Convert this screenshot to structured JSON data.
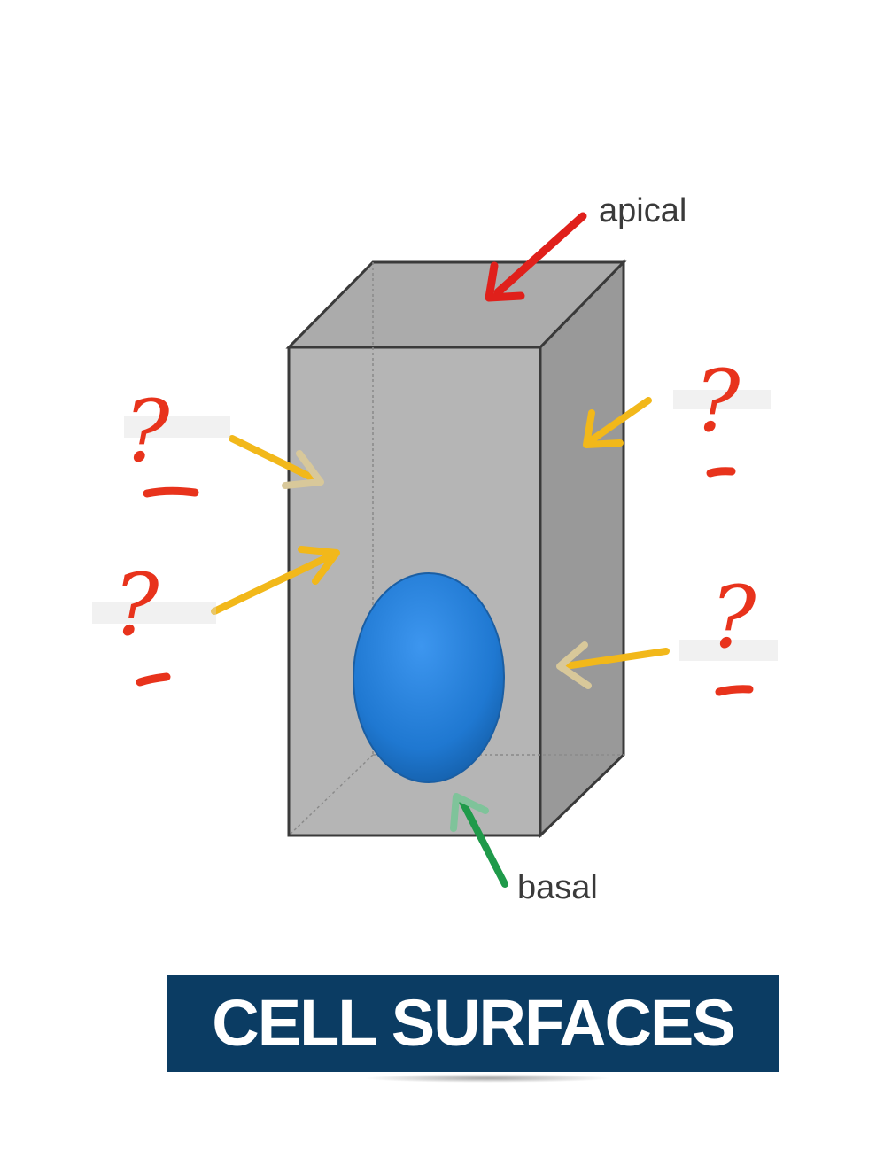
{
  "labels": {
    "apical": "apical",
    "basal": "basal"
  },
  "unknown_marks": {
    "left_upper": "?",
    "left_lower": "?",
    "right_upper": "?",
    "right_lower": "?"
  },
  "title": "CELL SURFACES",
  "colors": {
    "cell_face": "#b4b4b4",
    "cell_top": "#a9a9a9",
    "cell_side": "#9a9a9a",
    "nucleus": "#1f78d1",
    "apical_arrow": "#e0201b",
    "basal_arrow": "#1f9a4a",
    "lateral_arrow": "#f2b81a",
    "question_mark": "#e8331c",
    "banner": "#0b3c63"
  }
}
